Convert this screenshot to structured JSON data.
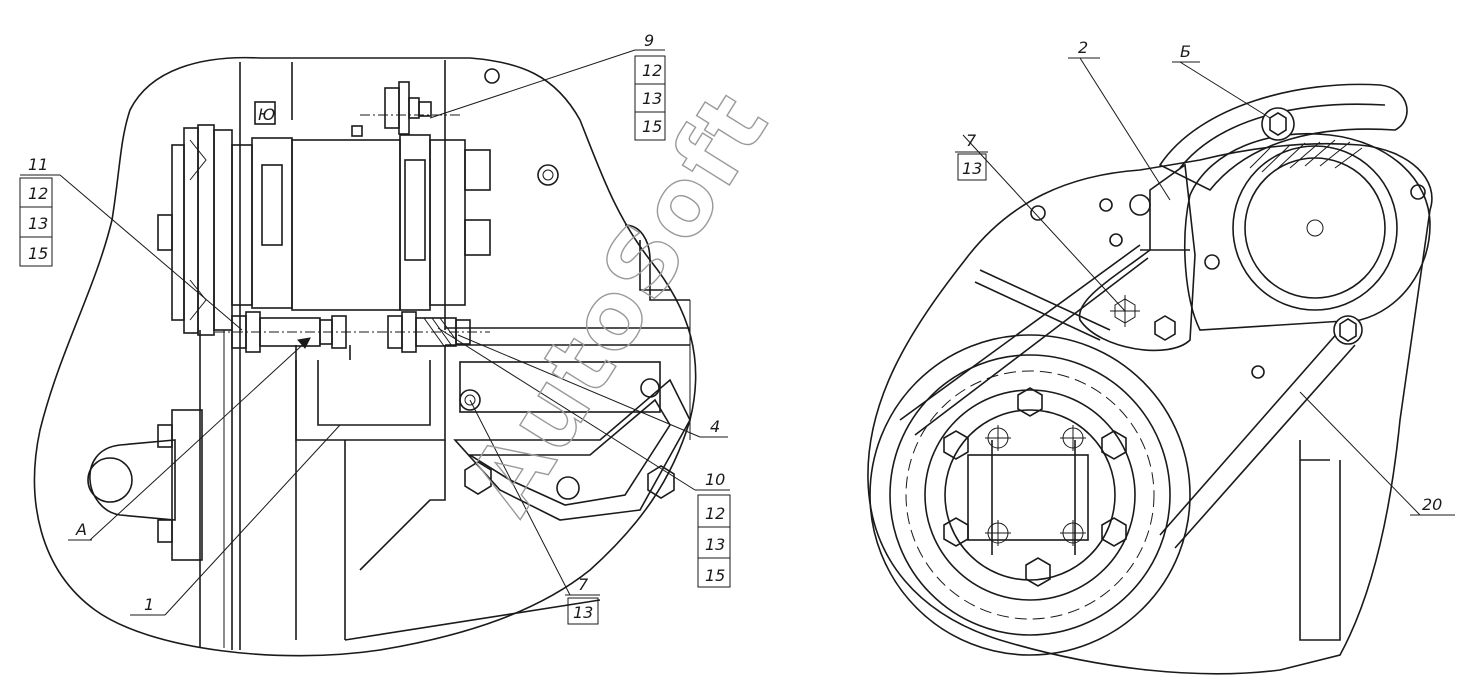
{
  "watermark": "AutoSoft",
  "left_view": {
    "callouts": {
      "c9": "9",
      "c9_12": "12",
      "c9_13": "13",
      "c9_15": "15",
      "c11": "11",
      "c11_12": "12",
      "c11_13": "13",
      "c11_15": "15",
      "c4": "4",
      "c10": "10",
      "c10_12": "12",
      "c10_13": "13",
      "c10_15": "15",
      "c7": "7",
      "c7_13": "13",
      "c1": "1",
      "cA": "А"
    }
  },
  "right_view": {
    "callouts": {
      "c2": "2",
      "cB": "Б",
      "c7": "7",
      "c7_13": "13",
      "c20": "20"
    }
  }
}
